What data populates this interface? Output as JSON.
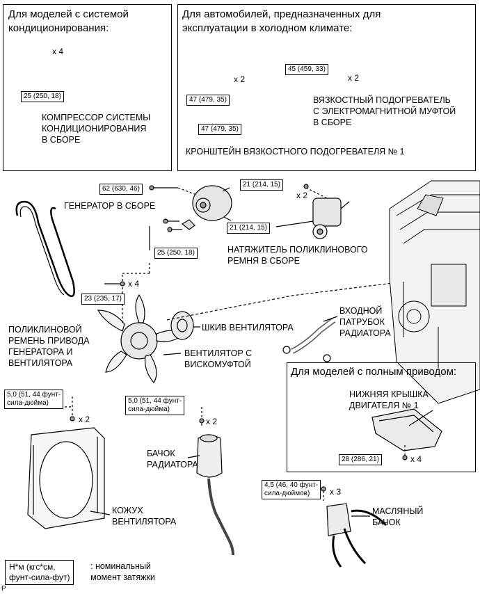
{
  "boxes": {
    "ac": {
      "heading": [
        "Для моделей с системой",
        "кондиционирования:"
      ]
    },
    "cold": {
      "heading": [
        "Для автомобилей, предназначенных для",
        "эксплуатации в холодном климате:"
      ]
    },
    "awd": {
      "heading": "Для моделей с полным приводом:"
    }
  },
  "labels": {
    "compressor": [
      "КОМПРЕССОР СИСТЕМЫ",
      "КОНДИЦИОНИРОВАНИЯ",
      "В СБОРЕ"
    ],
    "viscous_heater": [
      "ВЯЗКОСТНЫЙ ПОДОГРЕВАТЕЛЬ",
      "С ЭЛЕКТРОМАГНИТНОЙ МУФТОЙ",
      "В СБОРЕ"
    ],
    "heater_bracket": "КРОНШТЕЙН ВЯЗКОСТНОГО ПОДОГРЕВАТЕЛЯ № 1",
    "generator": "ГЕНЕРАТОР В СБОРЕ",
    "tensioner": [
      "НАТЯЖИТЕЛЬ ПОЛИКЛИНОВОГО",
      "РЕМНЯ В СБОРЕ"
    ],
    "belt": [
      "ПОЛИКЛИНОВОЙ",
      "РЕМЕНЬ ПРИВОДА",
      "ГЕНЕРАТОРА И",
      "ВЕНТИЛЯТОРА"
    ],
    "pulley": "ШКИВ ВЕНТИЛЯТОРА",
    "inlet": [
      "ВХОДНОЙ",
      "ПАТРУБОК",
      "РАДИАТОРА"
    ],
    "fan": [
      "ВЕНТИЛЯТОР С",
      "ВИСКОМУФТОЙ"
    ],
    "under_cover": [
      "НИЖНЯЯ КРЫШКА",
      "ДВИГАТЕЛЯ № 1"
    ],
    "reservoir": [
      "БАЧОК",
      "РАДИАТОРА"
    ],
    "shroud": [
      "КОЖУХ",
      "ВЕНТИЛЯТОРА"
    ],
    "oil_tank": [
      "МАСЛЯНЫЙ",
      "БАЧОК"
    ]
  },
  "torques": {
    "compressor": "25 (250, 18)",
    "heater": "45 (459, 33)",
    "bracket_top": "47 (479, 35)",
    "bracket_bottom": "47 (479, 35)",
    "generator_top": "62 (630, 46)",
    "generator_bottom": "25 (250, 18)",
    "tensioner_top": "21 (214, 15)",
    "tensioner_mid": "21 (214, 15)",
    "fan": "23 (235, 17)",
    "shroud": [
      "5,0 (51, 44 фунт-",
      "сила-дюйма)"
    ],
    "reservoir": [
      "5,0 (51, 44 фунт-",
      "сила-дюйма)"
    ],
    "under_cover": "28 (286, 21)",
    "oil_tank": [
      "4,5 (46, 40 фунт-",
      "сила-дюймов)"
    ]
  },
  "multipliers": {
    "compressor": "x 4",
    "heater": "x 2",
    "bracket": "x 2",
    "tensioner": "x 2",
    "fan": "x 4",
    "shroud": "x 2",
    "reservoir": "x 2",
    "under_cover": "x 4",
    "oil_tank": "x 3"
  },
  "legend": {
    "unit": [
      "Н*м (кгс*см,",
      "фунт-сила-фут)"
    ],
    "text": [
      ": номинальный",
      "момент затяжки"
    ]
  },
  "corner_mark": "P"
}
